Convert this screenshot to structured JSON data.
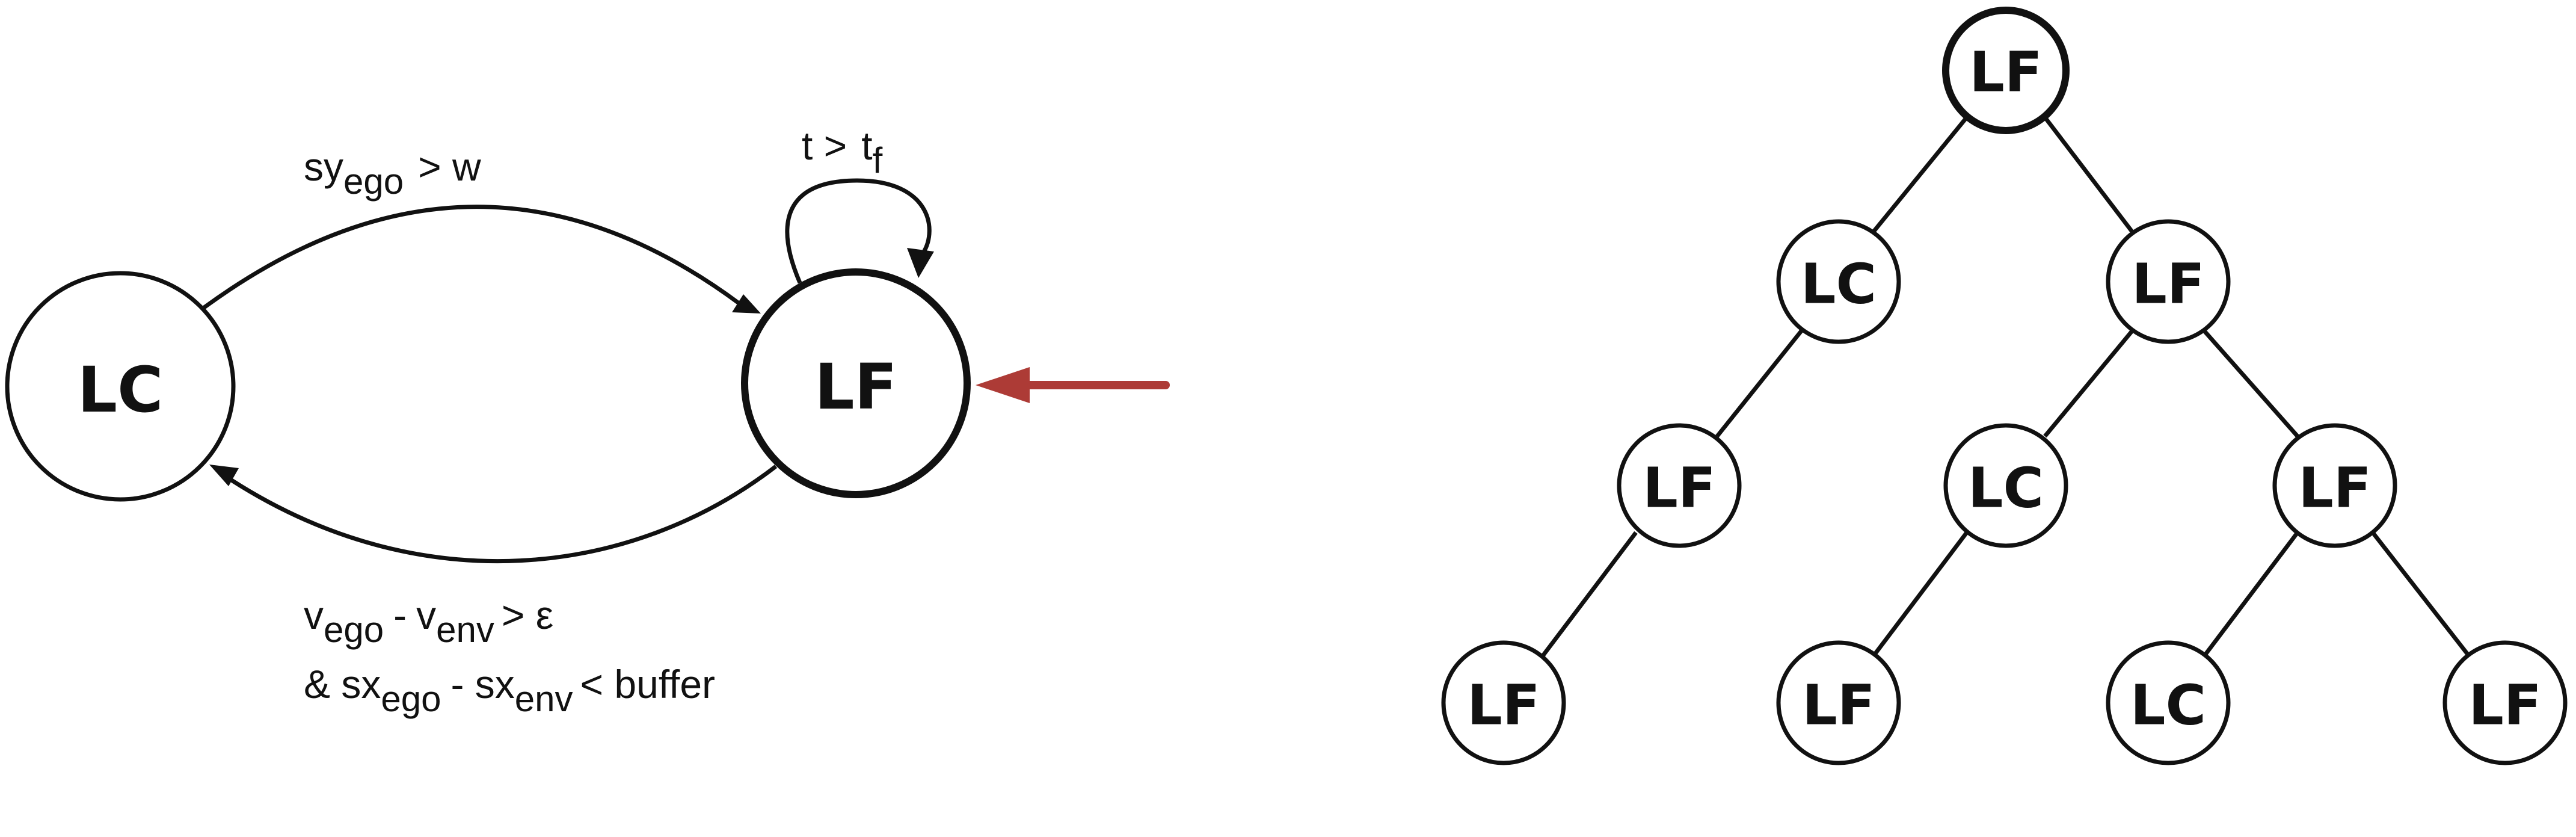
{
  "colors": {
    "highlight_fill": "#e2b8b7",
    "highlight_stroke": "#ad3b36",
    "line": "#111111"
  },
  "fsm": {
    "states": {
      "lc": "LC",
      "lf": "LF"
    },
    "transitions": {
      "lc_to_lf": {
        "base": "sy",
        "sub": "ego",
        "rest": "> w"
      },
      "self_loop": {
        "left": "t >",
        "base": "t",
        "sub": "f"
      },
      "lf_to_lc_line1": {
        "v1": "v",
        "sub1": "ego",
        "op": "-",
        "v2": "v",
        "sub2": "env",
        "rest": "> ε"
      },
      "lf_to_lc_line2": {
        "pre": "& sx",
        "sub1": "ego",
        "op": "- sx",
        "sub2": "env",
        "rest": "< buffer"
      }
    },
    "initial_state": "LF"
  },
  "tree": {
    "root": "LF",
    "level1": [
      "LC",
      "LF"
    ],
    "level2": [
      "LF",
      "LC",
      "LF"
    ],
    "level3": [
      "LF",
      "LF",
      "LC",
      "LF"
    ]
  }
}
